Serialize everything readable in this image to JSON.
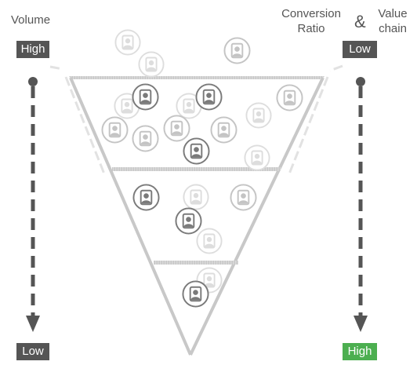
{
  "left": {
    "title": "Volume",
    "top_badge": "High",
    "bottom_badge": "Low"
  },
  "right": {
    "title_line1": "Conversion",
    "title_line2": "Ratio",
    "ampersand": "&",
    "title2_line1": "Value",
    "title2_line2": "chain",
    "top_badge": "Low",
    "bottom_badge": "High"
  },
  "colors": {
    "badge_dark": "#555555",
    "badge_green": "#4caf50",
    "funnel": "#c8c8c8",
    "arrow": "#555555",
    "icon_dark": "#777777",
    "icon_faint": "#dddddd"
  },
  "icons": {
    "name": "user-icon",
    "count_faint_top": 10,
    "count_dark_top": 3,
    "count_faint_middle": 3,
    "count_dark_middle": 2,
    "count_faint_bottom": 1,
    "count_dark_bottom": 1
  }
}
